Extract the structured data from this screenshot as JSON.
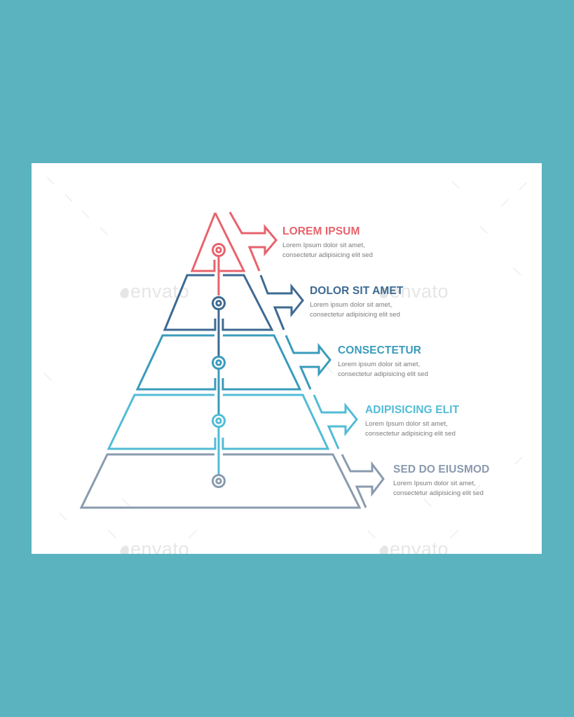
{
  "background_color": "#5ab3bf",
  "watermark": {
    "text": "envato",
    "color": "#e6e6e6"
  },
  "pyramid": {
    "apex": [
      312,
      305
    ],
    "levels": [
      {
        "id": "level-1",
        "title": "LOREM IPSUM",
        "color": "#e8636c",
        "desc_line1": "Lorem Ipsum dolor sit amet,",
        "desc_line2": "consectetur adipisicing elit sed"
      },
      {
        "id": "level-2",
        "title": "DOLOR SIT AMET",
        "color": "#3d6a92",
        "desc_line1": "Lorem ipsum dolor sit amet,",
        "desc_line2": "consectetur adipisicing elit sed"
      },
      {
        "id": "level-3",
        "title": "CONSECTETUR",
        "color": "#3a9bbb",
        "desc_line1": "Lorem ipsum dolor sit amet,",
        "desc_line2": "consectetur adipisicing elit sed"
      },
      {
        "id": "level-4",
        "title": "ADIPISICING ELIT",
        "color": "#52bcd6",
        "desc_line1": "Lorem Ipsum dolor sit amet,",
        "desc_line2": "consectetur adipisicing elit sed"
      },
      {
        "id": "level-5",
        "title": "SED DO EIUSMOD",
        "color": "#8a9bae",
        "desc_line1": "Lorem Ipsum dolor sit amet,",
        "desc_line2": "consectetur adipisicing elit sed"
      }
    ]
  }
}
